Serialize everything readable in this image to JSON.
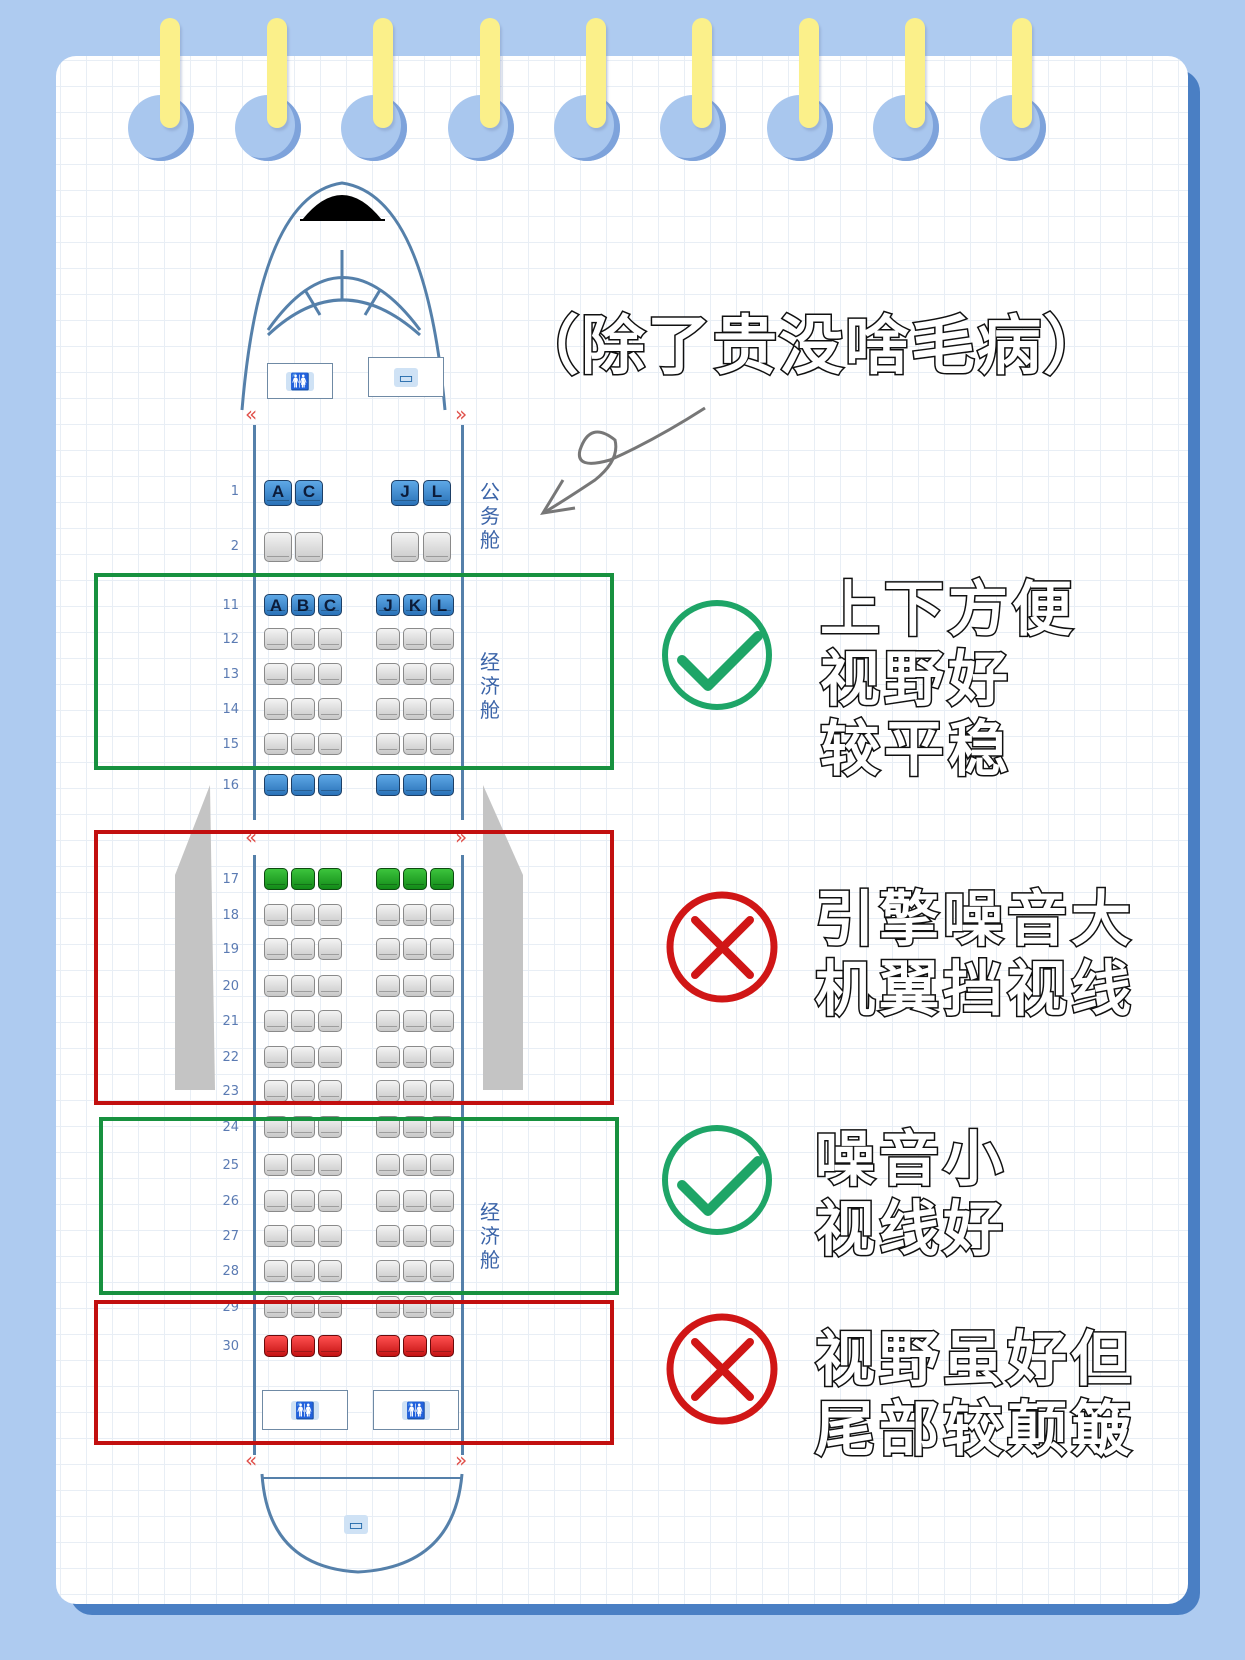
{
  "header": {
    "tagline": "（除了贵没啥毛病）"
  },
  "cabins": {
    "business_label": "公务舱",
    "economy_label_front": "经济舱",
    "economy_label_rear": "经济舱"
  },
  "seat_map": {
    "business_rows": [
      {
        "row": "1",
        "left": [
          "A",
          "C"
        ],
        "right": [
          "J",
          "L"
        ],
        "color": "blue"
      },
      {
        "row": "2",
        "left": [
          "",
          ""
        ],
        "right": [
          "",
          ""
        ],
        "color": "gray"
      }
    ],
    "economy_rows": [
      {
        "row": "11",
        "left": [
          "A",
          "B",
          "C"
        ],
        "right": [
          "J",
          "K",
          "L"
        ],
        "color": "blue"
      },
      {
        "row": "12",
        "color": "gray"
      },
      {
        "row": "13",
        "color": "gray"
      },
      {
        "row": "14",
        "color": "gray"
      },
      {
        "row": "15",
        "color": "gray"
      },
      {
        "row": "16",
        "color": "blue"
      },
      {
        "row": "17",
        "color": "green"
      },
      {
        "row": "18",
        "color": "gray"
      },
      {
        "row": "19",
        "color": "gray"
      },
      {
        "row": "20",
        "color": "gray"
      },
      {
        "row": "21",
        "color": "gray"
      },
      {
        "row": "22",
        "color": "gray"
      },
      {
        "row": "23",
        "color": "gray"
      },
      {
        "row": "24",
        "color": "gray"
      },
      {
        "row": "25",
        "color": "gray"
      },
      {
        "row": "26",
        "color": "gray"
      },
      {
        "row": "27",
        "color": "gray"
      },
      {
        "row": "28",
        "color": "gray"
      },
      {
        "row": "29",
        "color": "gray"
      },
      {
        "row": "30",
        "color": "red"
      }
    ],
    "facilities": {
      "front_lavatory": "🚻",
      "front_galley": "▭",
      "rear_lavatory_left": "🚻",
      "rear_lavatory_right": "🚻",
      "rear_galley": "▭"
    }
  },
  "zones": [
    {
      "id": "front-economy",
      "verdict": "good",
      "icon": "check-circle",
      "lines": [
        "上下方便",
        "视野好",
        "较平稳"
      ]
    },
    {
      "id": "over-wing",
      "verdict": "bad",
      "icon": "x-circle",
      "lines": [
        "引擎噪音大",
        "机翼挡视线"
      ]
    },
    {
      "id": "rear-economy",
      "verdict": "good",
      "icon": "check-circle",
      "lines": [
        "噪音小",
        "视线好"
      ]
    },
    {
      "id": "tail",
      "verdict": "bad",
      "icon": "x-circle",
      "lines": [
        "视野虽好但",
        "尾部较颠簸"
      ]
    }
  ],
  "colors": {
    "background": "#aecbf0",
    "page_shadow": "#4a7fc4",
    "ring": "#fbf08a",
    "good": "#17913f",
    "bad": "#c20f0f",
    "seat_blue": "#2a72b8",
    "seat_green": "#128a18",
    "seat_red": "#c41212"
  }
}
